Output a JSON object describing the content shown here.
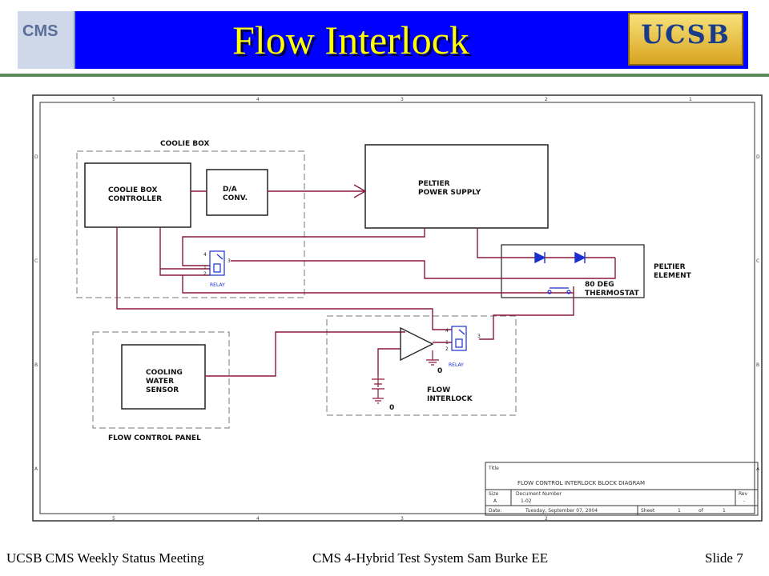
{
  "header": {
    "title": "Flow Interlock",
    "left_logo": "CMS",
    "right_logo": "UCSB"
  },
  "schematic": {
    "blocks": {
      "coolie_box": "COOLIE BOX",
      "controller": [
        "COOLIE BOX",
        "CONTROLLER"
      ],
      "da_conv": [
        "D/A",
        "CONV."
      ],
      "peltier_ps": [
        "PELTIER",
        "POWER SUPPLY"
      ],
      "peltier_element": [
        "PELTIER",
        "ELEMENT"
      ],
      "thermostat": [
        "80 DEG",
        "THERMOSTAT"
      ],
      "cooling_sensor": [
        "COOLING",
        "WATER",
        "SENSOR"
      ],
      "flow_control_panel": "FLOW CONTROL PANEL",
      "flow_interlock": [
        "FLOW",
        "INTERLOCK"
      ],
      "relay": "RELAY",
      "ground_zero": "0"
    },
    "pins": [
      "4",
      "1",
      "2",
      "3"
    ],
    "border_cols": [
      "5",
      "4",
      "3",
      "2",
      "1"
    ],
    "border_rows": [
      "D",
      "C",
      "B",
      "A"
    ],
    "title_block": {
      "title_label": "Title",
      "title": "FLOW CONTROL INTERLOCK BLOCK DIAGRAM",
      "size_label": "Size",
      "size": "A",
      "doc_label": "Document Number",
      "doc": "1-02",
      "rev_label": "Rev",
      "rev": "-",
      "date_label": "Date:",
      "date": "Tuesday, September 07, 2004",
      "sheet_label": "Sheet",
      "sheet": "1",
      "of_label": "of",
      "of": "1"
    }
  },
  "footer": {
    "left": "UCSB CMS Weekly Status Meeting",
    "center": "CMS 4-Hybrid Test System  Sam Burke EE",
    "right": "Slide 7"
  },
  "colors": {
    "header_bg": "#0000ff",
    "title_text": "#ffff00",
    "wire": "#8b1a3a",
    "relay": "#1a2ed0"
  }
}
